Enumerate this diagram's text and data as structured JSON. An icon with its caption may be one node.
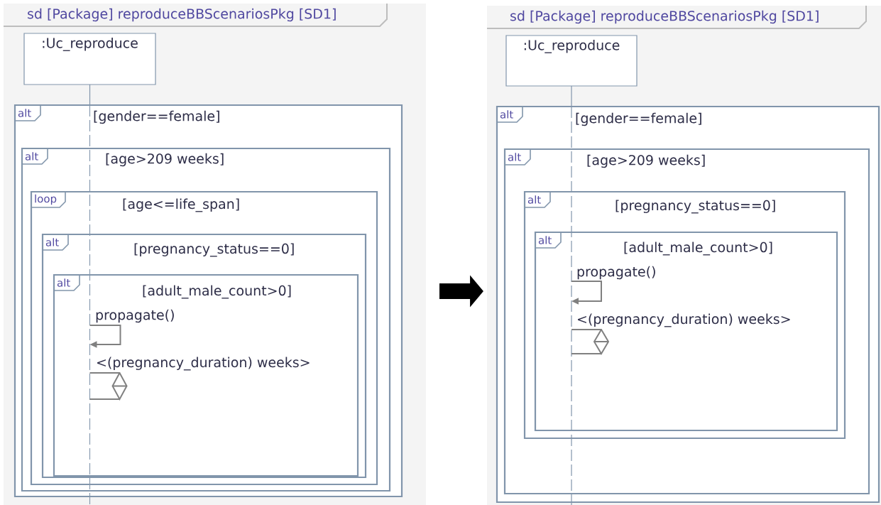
{
  "diagram": {
    "nodes": [
      {
        "text": [
          "sd [Package] reproduceBBScenariosPkg [SD1]"
        ]
      },
      {
        "text": [
          ":Uc_reproduce"
        ],
        "in": 0
      },
      {
        "text": [
          "alt",
          "[gender==female]"
        ],
        "in": 0
      },
      {
        "text": [
          "alt",
          "[age>209 weeks]"
        ],
        "in": 2
      },
      {
        "text": [
          "loop",
          "[age<=life_span]"
        ],
        "in": 3
      },
      {
        "text": [
          "alt",
          "[pregnancy_status==0]"
        ],
        "in": 4
      },
      {
        "text": [
          "alt",
          "[adult_male_count>0]"
        ],
        "in": 5
      },
      {
        "text": [
          "sd [Package] reproduceBBScenariosPkg [SD1]"
        ]
      },
      {
        "text": [
          ":Uc_reproduce"
        ],
        "in": 7
      },
      {
        "text": [
          "alt",
          "[gender==female]"
        ],
        "in": 7
      },
      {
        "text": [
          "alt",
          "[age>209 weeks]"
        ],
        "in": 9
      },
      {
        "text": [
          "alt",
          "[pregnancy_status==0]"
        ],
        "in": 10
      },
      {
        "text": [
          "alt",
          "[adult_male_count>0]"
        ],
        "in": 11
      }
    ],
    "edges": [
      {
        "from": 0,
        "to": 7,
        "arrow": "to"
      }
    ],
    "labels": [
      "propagate()",
      "<(pregnancy_duration) weeks>",
      "propagate()",
      "<(pregnancy_duration) weeks>"
    ]
  }
}
